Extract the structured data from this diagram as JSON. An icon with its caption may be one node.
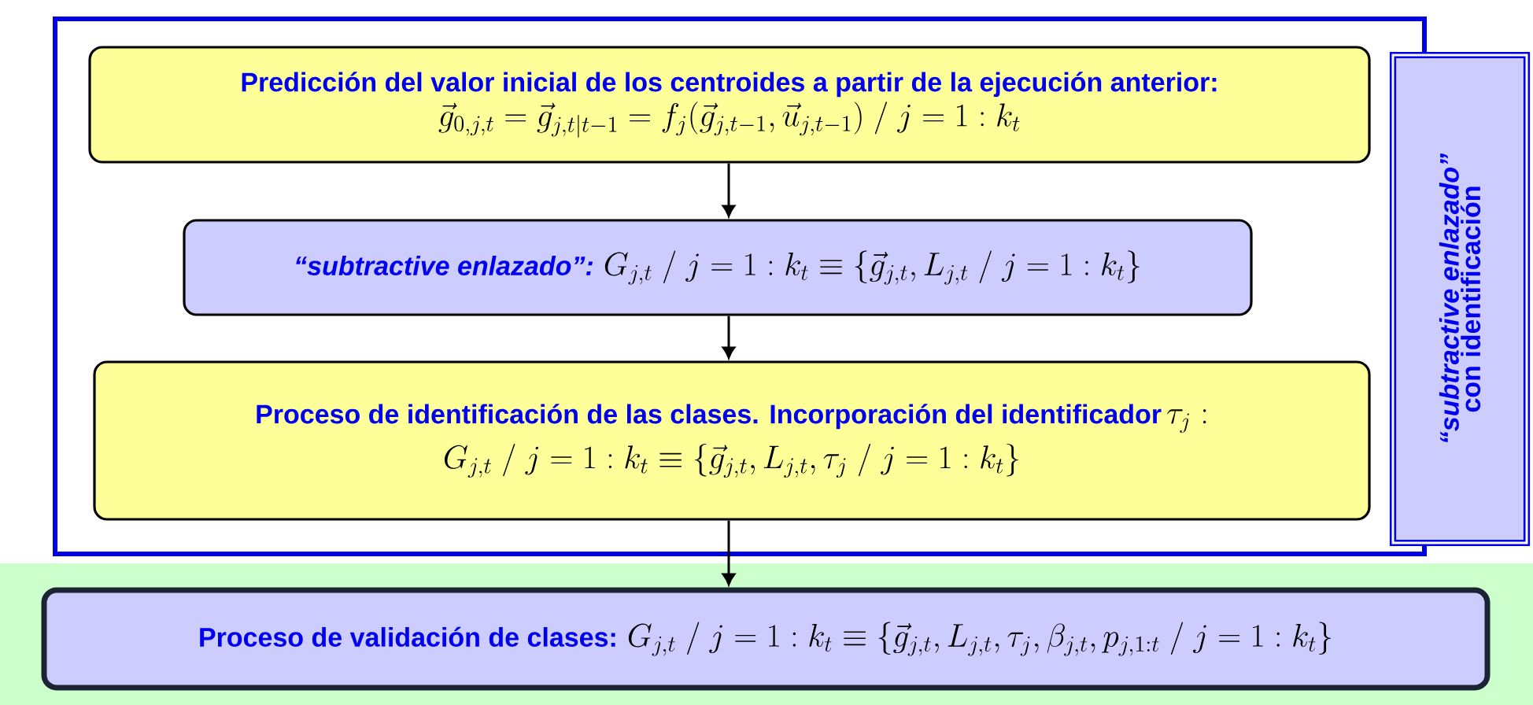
{
  "diagram": {
    "nodes": [
      {
        "text": [],
        "shape": "box"
      },
      {
        "text": [
          "Predicción del valor inicial de los centroides a partir de la ejecución anterior:",
          "\\vec{g}_{0,j,t} = \\vec{g}_{j,t|t-1} = f_j(\\vec{g}_{j,t-1},\\vec{u}_{j,t-1}) \\;/\\; j=1:k_t"
        ],
        "in": 0
      },
      {
        "text": [
          "“subtractive enlazado”:",
          "G_{j,t} \\;/\\; j=1:k_t \\equiv \\left\\{\\vec{g}_{j,t}, L_{j,t} \\;/\\; j=1:k_t\\right\\}"
        ],
        "in": 0
      },
      {
        "text": [
          "Proceso de identificación de las clases. Incorporación del identificador",
          "\\tau_j :",
          "G_{j,t} \\;/\\; j=1:k_t \\equiv \\left\\{\\vec{g}_{j,t}, L_{j,t}, \\tau_j \\;/\\; j=1:k_t\\right\\}"
        ],
        "in": 0
      },
      {
        "text": [
          "“subtractive enlazado”",
          "con identificación"
        ]
      },
      {
        "text": [],
        "shape": "band"
      },
      {
        "text": [
          "Proceso de validación de clases:",
          "G_{j,t} \\;/\\; j=1:k_t \\equiv \\left\\{\\vec{g}_{j,t}, L_{j,t}, \\tau_j, \\beta_{j,t}, p_{j,1:t} \\;/\\; j=1:k_t\\right\\}"
        ],
        "in": 5
      }
    ],
    "edges": [
      {
        "from": 1,
        "to": 2,
        "arrow": "to"
      },
      {
        "from": 2,
        "to": 3,
        "arrow": "to"
      },
      {
        "from": 3,
        "to": 6,
        "arrow": "to"
      }
    ]
  }
}
